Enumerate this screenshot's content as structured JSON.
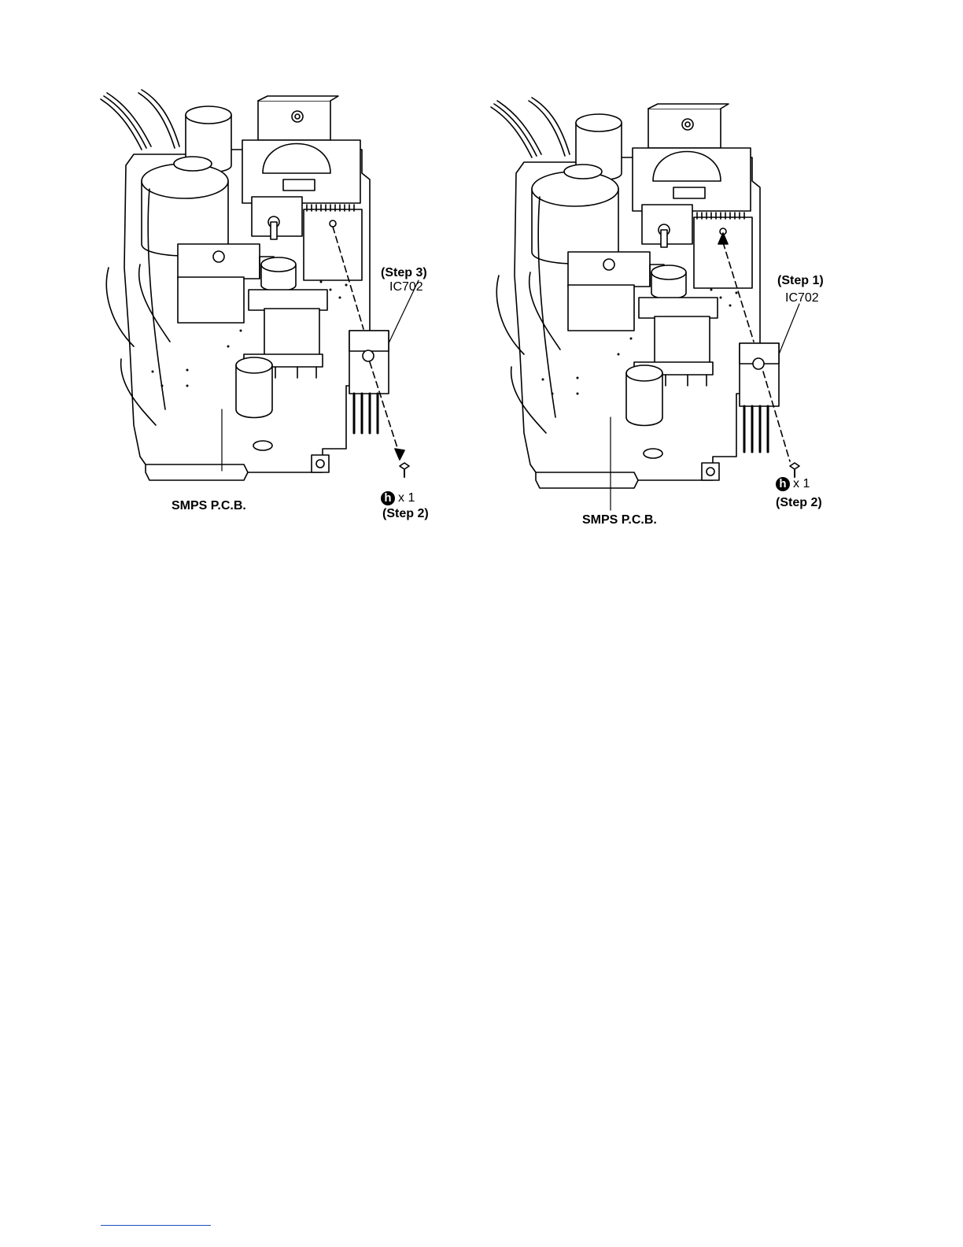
{
  "figures": [
    {
      "step_ic": "(Step 3)",
      "ic_label": "IC702",
      "screw_icon": "h",
      "screw_count": "x 1",
      "step_screw": "(Step 2)",
      "pcb_label": "SMPS P.C.B."
    },
    {
      "step_ic": "(Step 1)",
      "ic_label": "IC702",
      "screw_icon": "h",
      "screw_count": "x 1",
      "step_screw": "(Step 2)",
      "pcb_label": "SMPS P.C.B."
    }
  ],
  "colors": {
    "line": "#000000",
    "footer_rule": "#1f4fbf"
  }
}
